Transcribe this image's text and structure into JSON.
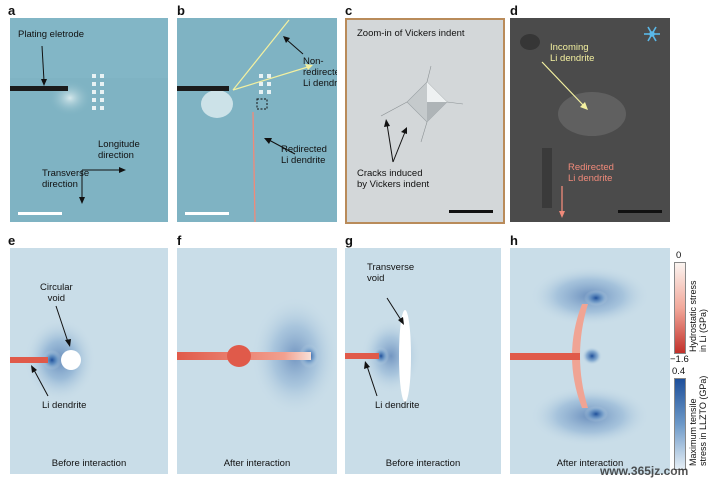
{
  "panel_letters": [
    "a",
    "b",
    "c",
    "d",
    "e",
    "f",
    "g",
    "h"
  ],
  "panel_a": {
    "plating_label": "Plating eletrode",
    "longitude_label": "Longitude\ndirection",
    "transverse_label": "Transverse\ndirection"
  },
  "panel_b": {
    "non_redirected_label": "Non-\nredirected\nLi dendrite",
    "redirected_label": "Redirected\nLi dendrite"
  },
  "panel_c": {
    "title": "Zoom-in of Vickers indent",
    "cracks_label": "Cracks induced\nby Vickers indent"
  },
  "panel_d": {
    "incoming_label": "Incoming\nLi dendrite",
    "redirected_label": "Redirected\nLi dendrite",
    "snowflake_icon": "snowflake-icon"
  },
  "panel_e": {
    "void_label": "Circular\nvoid",
    "dendrite_label": "Li dendrite",
    "caption": "Before interaction"
  },
  "panel_f": {
    "caption": "After interaction"
  },
  "panel_g": {
    "void_label": "Transverse\nvoid",
    "dendrite_label": "Li dendrite",
    "caption": "Before interaction"
  },
  "panel_h": {
    "caption": "After interaction"
  },
  "colorbar_li": {
    "max": "0",
    "min": "−1.6",
    "label": "Hydrostatic stress\nin Li (GPa)"
  },
  "colorbar_llzto": {
    "max": "0.4",
    "label": "Maximum tensile\nstress in LLZTO (GPa)"
  },
  "watermark": "www.365jz.com",
  "colors": {
    "optical_bg": "#7fb3c3",
    "sem_bg": "#4a4a4a",
    "zoom_bg": "#d0d4d6",
    "zoom_border": "#b98b5a",
    "sim_bg": "#c9dde8",
    "stress_blue": "#1e4f9a",
    "dendrite_red": "#e05a4a",
    "arrow_yellow": "#f3f0a0",
    "arrow_red": "#f08a7a"
  }
}
